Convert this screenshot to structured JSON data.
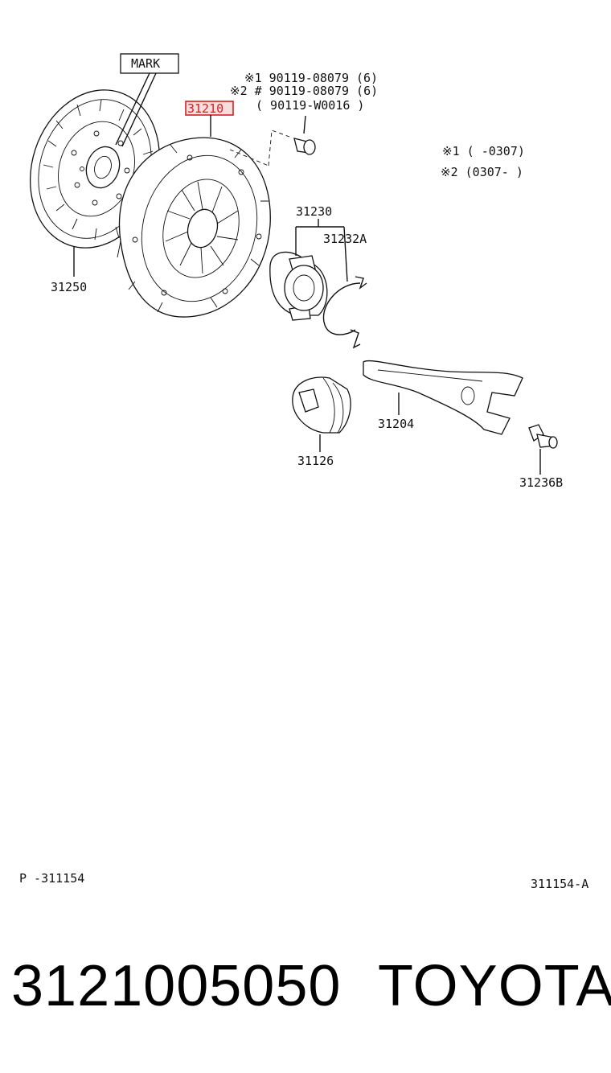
{
  "callouts": {
    "mark": "MARK",
    "bolt_line1": "※1 90119-08079 (6)",
    "bolt_line2": "※2 # 90119-08079 (6)",
    "bolt_line3": "( 90119-W0016 )",
    "note1": "※1 (      -0307)",
    "note2": "※2 (0307-      )"
  },
  "parts": {
    "highlighted": "31210",
    "disc": "31250",
    "bearing": "31230",
    "clip": "31232A",
    "fork": "31204",
    "boot": "31126",
    "pivot": "31236B"
  },
  "codes": {
    "left": "P -311154",
    "right": "311154-A"
  },
  "footer": {
    "part_number": "3121005050",
    "brand": "TOYOTA"
  },
  "colors": {
    "highlight": "#d62020"
  }
}
